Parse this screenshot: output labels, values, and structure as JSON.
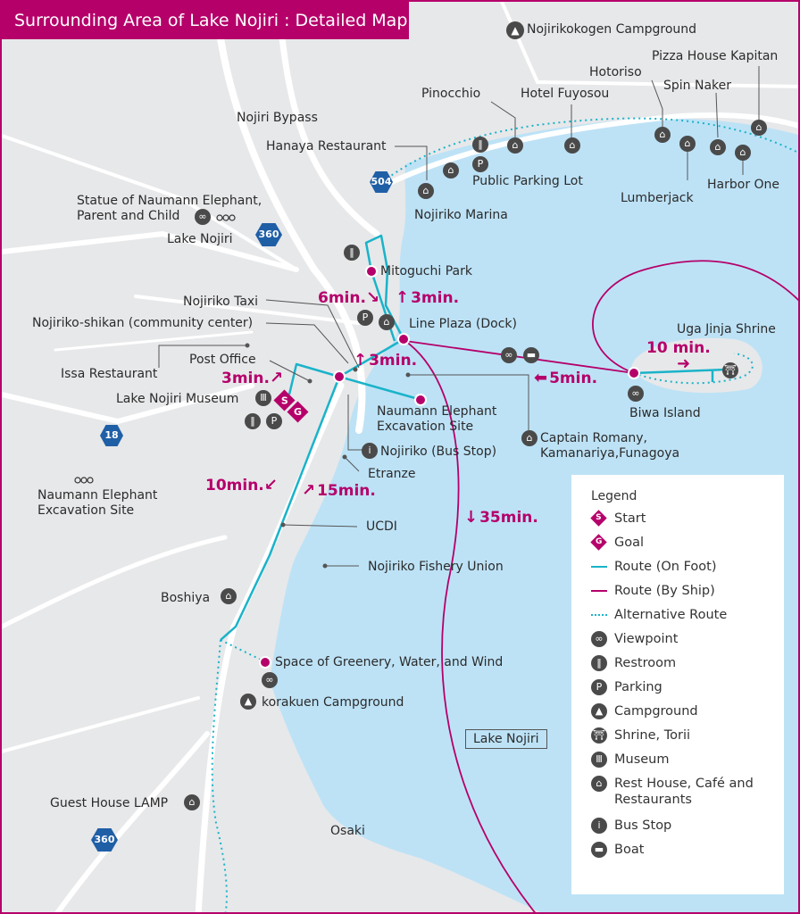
{
  "title": "Surrounding Area of Lake Nojiri : Detailed Map",
  "lake_label": "Lake Nojiri",
  "colors": {
    "accent": "#b5006a",
    "walk_route": "#1ab3c9",
    "water": "#bde2f6",
    "land": "#e7e8ea",
    "road": "#ffffff",
    "icon": "#4a4a4a"
  },
  "places": {
    "nojirikokogen_campground": "Nojirikokogen Campground",
    "pizza_house_kapitan": "Pizza House Kapitan",
    "hotoriso": "Hotoriso",
    "spin_naker": "Spin Naker",
    "pinocchio": "Pinocchio",
    "hotel_fuyosou": "Hotel Fuyosou",
    "nojiri_bypass": "Nojiri Bypass",
    "hanaya_restaurant": "Hanaya Restaurant",
    "public_parking_lot": "Public Parking Lot",
    "lumberjack": "Lumberjack",
    "harbor_one": "Harbor One",
    "statue_naumann": "Statue of Naumann Elephant, Parent and Child",
    "nojiriko_marina": "Nojiriko Marina",
    "lake_nojiri_station": "Lake Nojiri",
    "mitoguchi_park": "Mitoguchi Park",
    "nojiriko_taxi": "Nojiriko Taxi",
    "nojiriko_shikan": "Nojiriko-shikan (community center)",
    "line_plaza": "Line Plaza (Dock)",
    "uga_jinja": "Uga Jinja Shrine",
    "issa_restaurant": "Issa Restaurant",
    "post_office": "Post Office",
    "lake_nojiri_museum": "Lake Nojiri Museum",
    "biwa_island": "Biwa Island",
    "naumann_excavation_site_near": "Naumann Elephant Excavation Site",
    "captain_romany": "Captain Romany, Kamanariya,Funagoya",
    "nojiriko_bus_stop": "Nojiriko (Bus Stop)",
    "etranze": "Etranze",
    "naumann_excavation_site_station": "Naumann Elephant Excavation Site",
    "ucdi": "UCDI",
    "nojiriko_fishery_union": "Nojiriko Fishery Union",
    "boshiya": "Boshiya",
    "space_greenery": "Space of Greenery, Water, and Wind",
    "korakuen_campground": "korakuen Campground",
    "guest_house_lamp": "Guest House LAMP",
    "osaki": "Osaki"
  },
  "route_numbers": {
    "r504": "504",
    "r360_top": "360",
    "r18": "18",
    "r360_bottom": "360"
  },
  "times": {
    "t6_mitoguchi": "6min.",
    "t3_mitoguchi": "3min.",
    "t3_bus": "3min.",
    "t3_museum": "3min.",
    "t10_island": "10 min.",
    "t5_ship": "5min.",
    "t10_south": "10min.",
    "t15_south": "15min.",
    "t35_ship": "35min."
  },
  "markers": {
    "start": "S",
    "goal": "G"
  },
  "legend": {
    "title": "Legend",
    "items": [
      {
        "label": "Start",
        "sym": "S"
      },
      {
        "label": "Goal",
        "sym": "G"
      },
      {
        "label": "Route (On Foot)"
      },
      {
        "label": "Route (By Ship)"
      },
      {
        "label": "Alternative Route"
      },
      {
        "label": "Viewpoint",
        "icon": "binoculars-icon"
      },
      {
        "label": "Restroom",
        "icon": "restroom-icon"
      },
      {
        "label": "Parking",
        "icon": "parking-icon",
        "sym": "P"
      },
      {
        "label": "Campground",
        "icon": "tent-icon"
      },
      {
        "label": "Shrine, Torii",
        "icon": "torii-icon"
      },
      {
        "label": "Museum",
        "icon": "museum-icon"
      },
      {
        "label": "Rest House, Café and Restaurants",
        "icon": "house-icon"
      },
      {
        "label": "Bus Stop",
        "icon": "bus-stop-icon",
        "sym": "i"
      },
      {
        "label": "Boat",
        "icon": "boat-icon"
      }
    ]
  }
}
